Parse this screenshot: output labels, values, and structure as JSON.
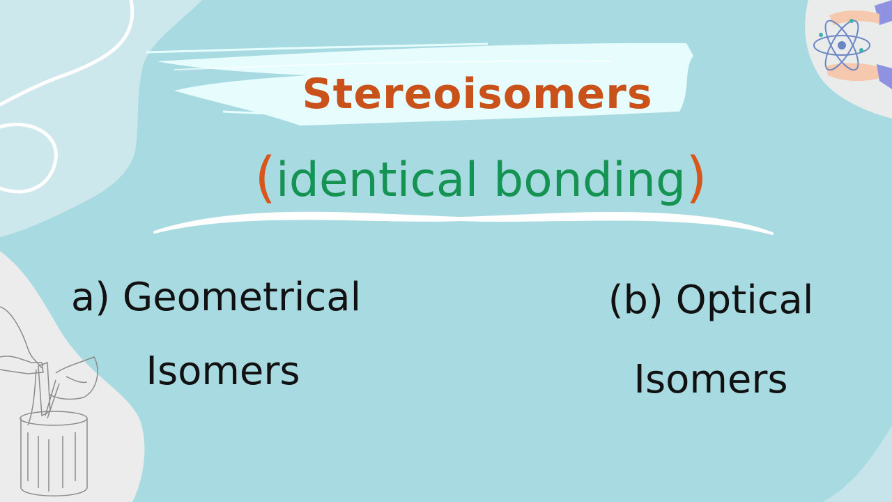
{
  "slide": {
    "title": "Stereoisomers",
    "subtitle": {
      "open_paren": "(",
      "text": "identical bonding",
      "close_paren": ")"
    },
    "options": [
      {
        "line1": "a) Geometrical",
        "line2": "Isomers"
      },
      {
        "line1": "(b) Optical",
        "line2": "Isomers"
      }
    ]
  },
  "colors": {
    "background": "#a8dae2",
    "title": "#c9521a",
    "subtitle": "#159352",
    "parentheses": "#d6561b",
    "body_text": "#111111"
  },
  "icons": [
    "atom-icon",
    "beaker-sketch-icon",
    "brush-stroke-highlight",
    "curly-brace-divider"
  ]
}
